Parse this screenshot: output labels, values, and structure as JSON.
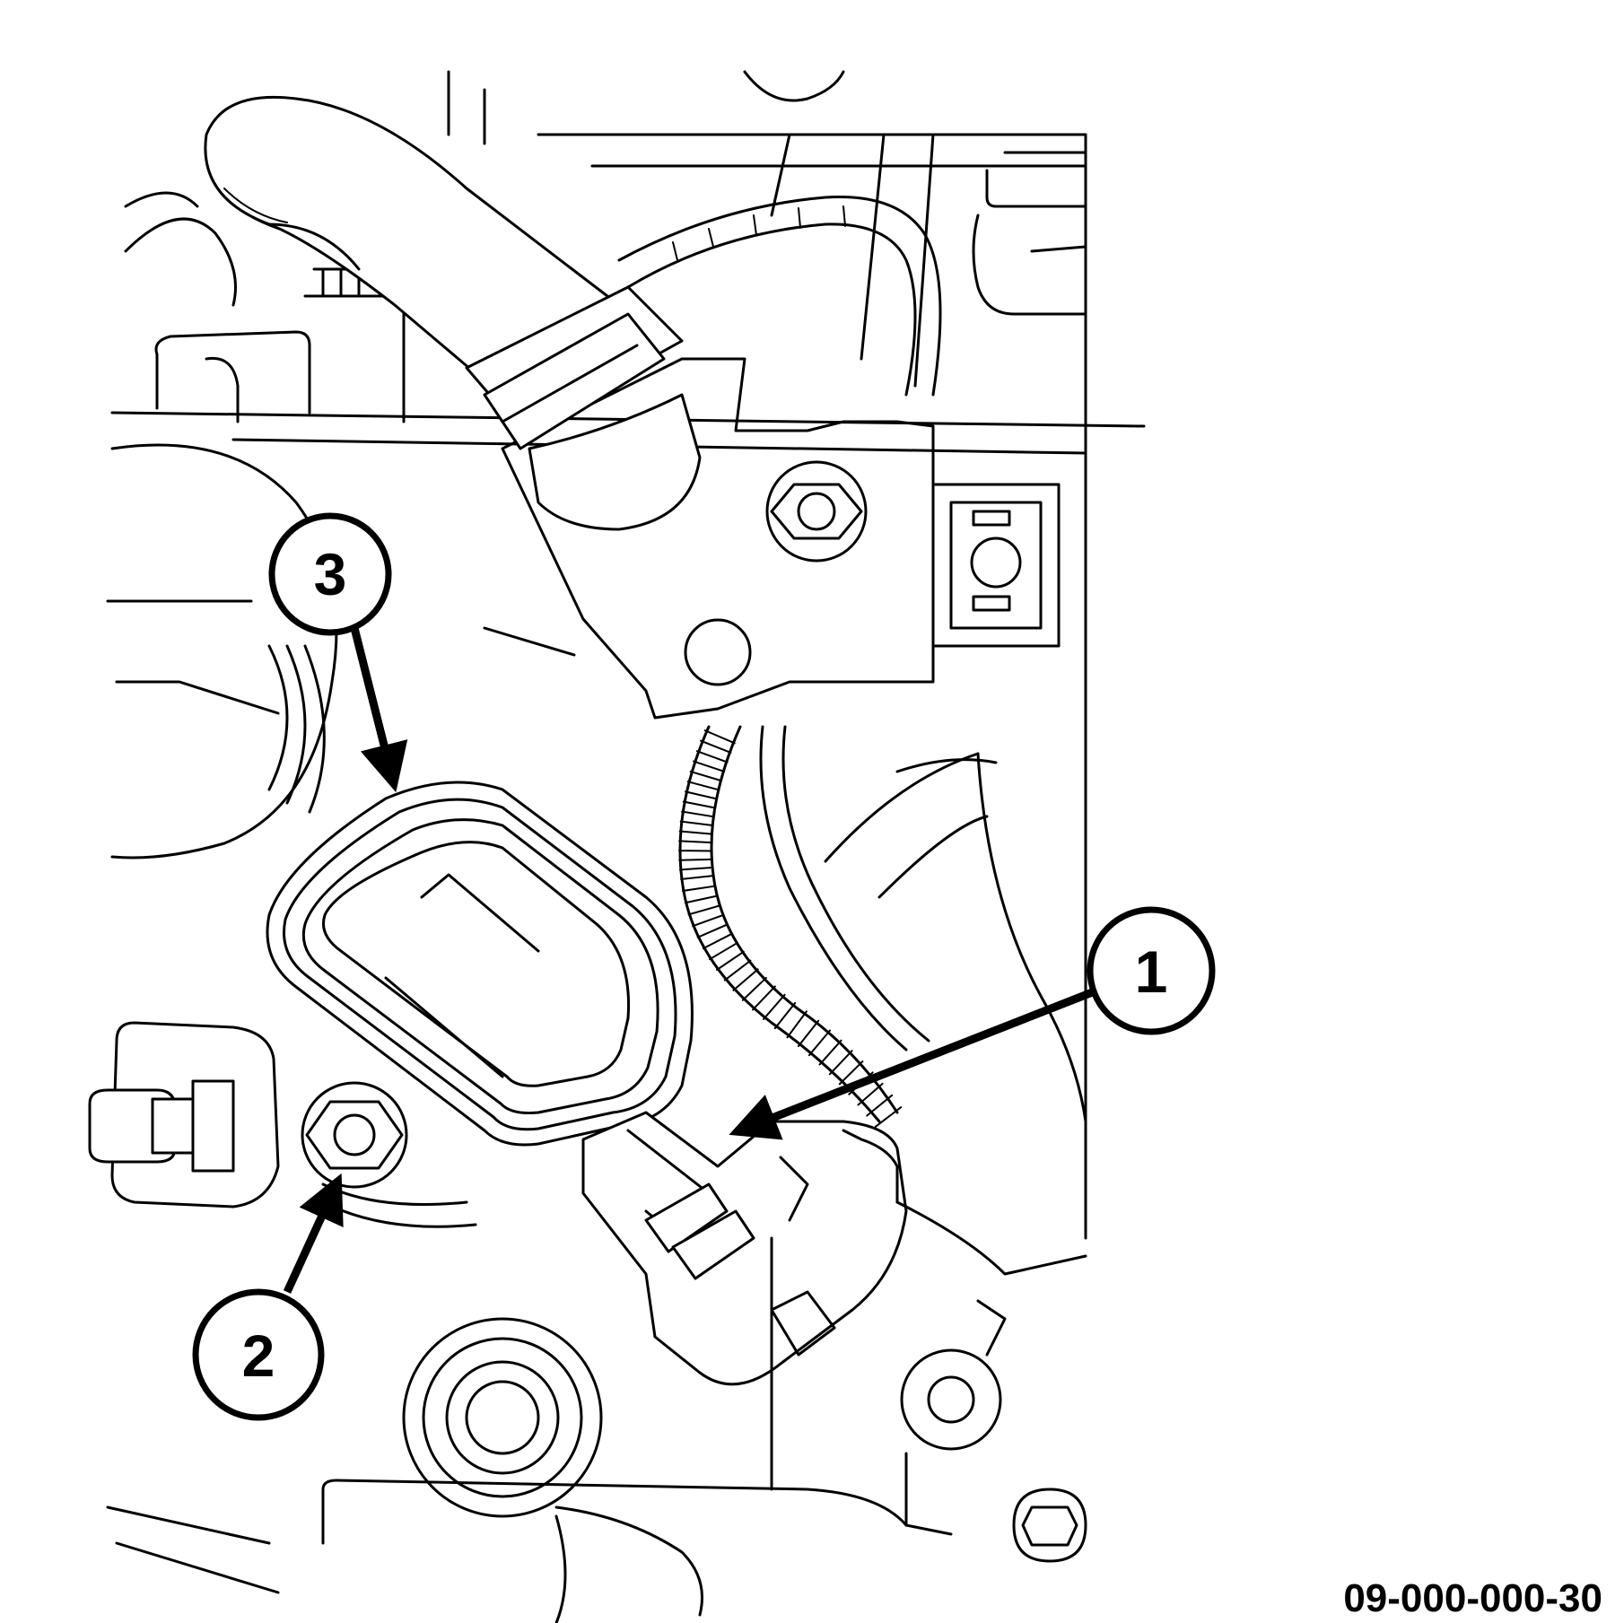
{
  "figure": {
    "reference_code": "09-000-000-30"
  },
  "callouts": [
    {
      "id": "1",
      "label": "1"
    },
    {
      "id": "2",
      "label": "2"
    },
    {
      "id": "3",
      "label": "3"
    }
  ],
  "colors": {
    "line": "#000000",
    "background": "#ffffff"
  }
}
